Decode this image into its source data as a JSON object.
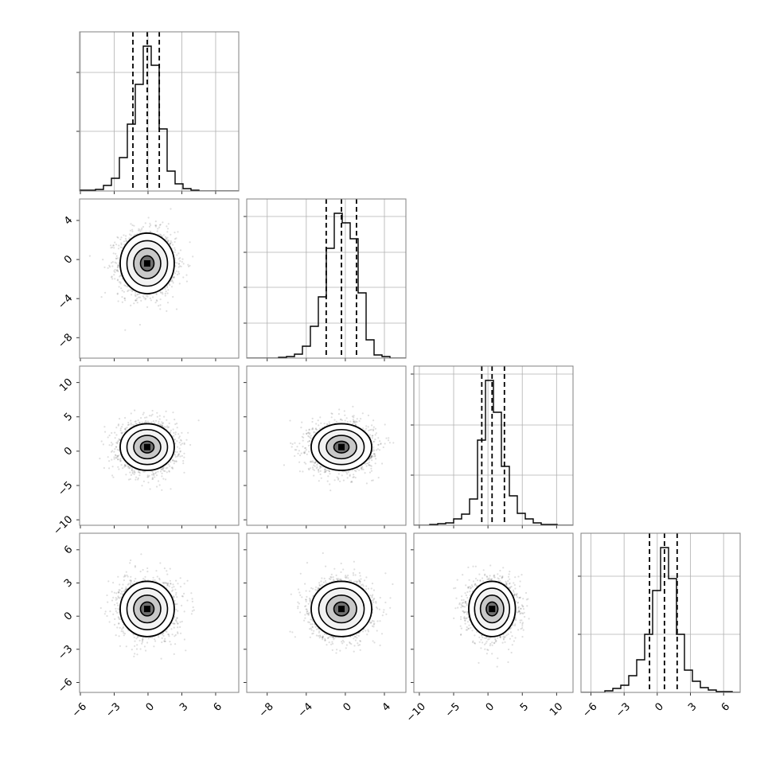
{
  "chart_data": {
    "type": "corner",
    "title": "",
    "params": [
      {
        "range": [
          -6.07,
          8.05
        ],
        "ticks": [
          -6,
          -3,
          0,
          3,
          6
        ],
        "tick_labels": [
          "−6",
          "−3",
          "0",
          "3",
          "6"
        ],
        "quantiles": [
          -1.34,
          -0.07,
          1.0
        ],
        "mean": -0.07,
        "std": 1.2,
        "hist_counts": [
          1,
          1,
          2,
          7,
          16,
          42,
          84,
          134,
          182,
          158,
          78,
          25,
          9,
          3,
          1,
          0,
          0,
          0,
          0,
          0
        ],
        "hist_yticks": [
          75,
          149
        ]
      },
      {
        "range": [
          -10.1,
          6.2
        ],
        "ticks": [
          -8,
          -4,
          0,
          4
        ],
        "tick_labels": [
          "−8",
          "−4",
          "0",
          "4"
        ],
        "quantiles": [
          -1.96,
          -0.4,
          1.14
        ],
        "mean": -0.4,
        "std": 1.55,
        "hist_counts": [
          0,
          0,
          0,
          0,
          1,
          2,
          5,
          15,
          40,
          77,
          138,
          182,
          170,
          150,
          82,
          23,
          4,
          2,
          0,
          0
        ],
        "hist_yticks": [
          44,
          89,
          133,
          178
        ]
      },
      {
        "range": [
          -10.8,
          12.4
        ],
        "ticks": [
          -10,
          -5,
          0,
          5,
          10
        ],
        "tick_labels": [
          "−10",
          "−5",
          "0",
          "5",
          "10"
        ],
        "quantiles": [
          -0.9,
          0.6,
          2.4
        ],
        "mean": 0.6,
        "std": 1.7,
        "hist_counts": [
          0,
          0,
          1,
          2,
          3,
          8,
          14,
          33,
          107,
          182,
          142,
          74,
          37,
          15,
          8,
          3,
          1,
          1,
          0,
          0
        ],
        "hist_yticks": [
          63,
          126,
          190
        ]
      },
      {
        "range": [
          -6.9,
          7.5
        ],
        "ticks": [
          -6,
          -3,
          0,
          3,
          6
        ],
        "tick_labels": [
          "−6",
          "−3",
          "0",
          "3",
          "6"
        ],
        "quantiles": [
          -0.7,
          0.65,
          1.8
        ],
        "mean": 0.65,
        "std": 1.25,
        "hist_counts": [
          0,
          0,
          0,
          2,
          5,
          9,
          21,
          41,
          73,
          128,
          182,
          143,
          73,
          28,
          14,
          6,
          3,
          1,
          1,
          0
        ],
        "hist_yticks": [
          73,
          146
        ]
      }
    ],
    "hist_ylim": [
      0,
      200
    ],
    "bins": 20,
    "contour_levels_sigma": [
      0.5,
      1,
      1.5,
      2
    ],
    "grid_on_histograms": true,
    "colors": {
      "line": "#000000",
      "frame": "#808080",
      "grid": "#b0b0b0",
      "points": "#000000"
    }
  }
}
